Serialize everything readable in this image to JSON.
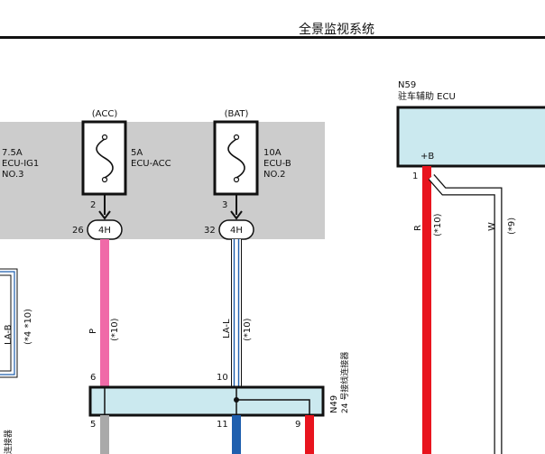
{
  "header_title": "全景监视系统",
  "colors": {
    "grey_panel": "#cccccc",
    "connector_fill": "#cbe9ef",
    "wire_pink": "#f06aa8",
    "wire_blue": "#1f5fae",
    "wire_red": "#e8141e",
    "wire_grey": "#a9a9a9"
  },
  "fuses": [
    {
      "supply": "(ACC)",
      "rating": "5A",
      "name": "ECU-ACC",
      "pin": "2",
      "connector": "4H",
      "terminal": "26"
    },
    {
      "supply": "(BAT)",
      "rating": "10A",
      "name": "ECU-B",
      "name2": "NO.2",
      "terminal_pin": "3",
      "connector": "4H",
      "terminal": "32"
    }
  ],
  "left_fuse": {
    "rating": "7.5A",
    "name": "ECU-IG1",
    "name2": "NO.3"
  },
  "left_wire": {
    "code": "LA-B",
    "note": "(*4 *10)"
  },
  "left_connector_label": "连接器",
  "wires": [
    {
      "code": "P",
      "note": "(*10)"
    },
    {
      "code": "LA-L",
      "note": "(*10)"
    },
    {
      "code": "R",
      "note": "(*10)"
    },
    {
      "code": "W",
      "note": "(*9)"
    }
  ],
  "n49": {
    "id": "N49",
    "desc": "24 号接线连接器",
    "pins": {
      "p6": "6",
      "p10": "10",
      "p5": "5",
      "p11": "11",
      "p9": "9"
    }
  },
  "n59": {
    "id": "N59",
    "desc": "驻车辅助 ECU",
    "terminal": "+B",
    "pin": "1"
  }
}
